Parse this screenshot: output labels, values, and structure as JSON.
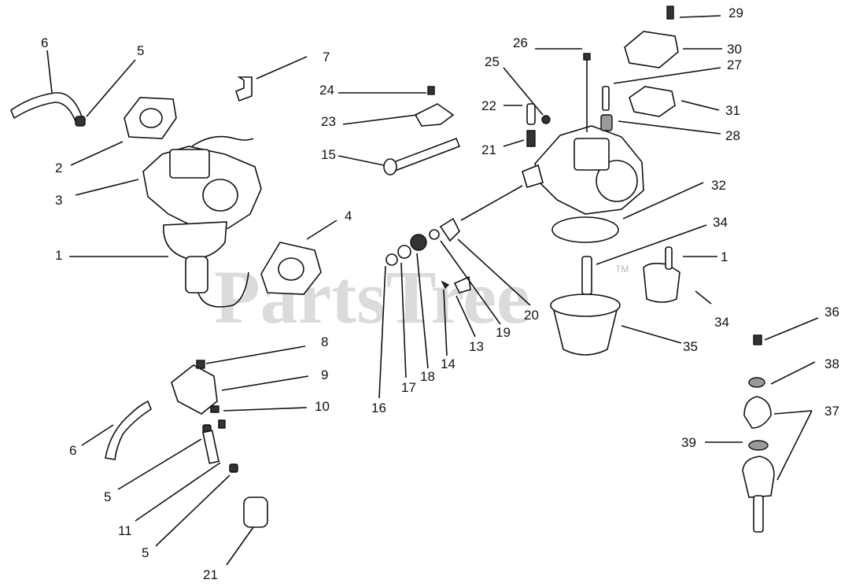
{
  "watermark": {
    "text": "PartsTree",
    "trademark": "TM"
  },
  "callouts": {
    "c1a": "1",
    "c1b": "1",
    "c2": "2",
    "c3": "3",
    "c4": "4",
    "c5a": "5",
    "c5b": "5",
    "c5c": "5",
    "c6a": "6",
    "c6b": "6",
    "c7": "7",
    "c8": "8",
    "c9": "9",
    "c10": "10",
    "c11": "11",
    "c13": "13",
    "c14": "14",
    "c15": "15",
    "c16": "16",
    "c17": "17",
    "c18": "18",
    "c19": "19",
    "c20": "20",
    "c21a": "21",
    "c21b": "21",
    "c22": "22",
    "c23": "23",
    "c24": "24",
    "c25": "25",
    "c26": "26",
    "c27": "27",
    "c28": "28",
    "c29": "29",
    "c30": "30",
    "c31": "31",
    "c32": "32",
    "c34a": "34",
    "c34b": "34",
    "c35": "35",
    "c36": "36",
    "c37": "37",
    "c38": "38",
    "c39": "39"
  }
}
